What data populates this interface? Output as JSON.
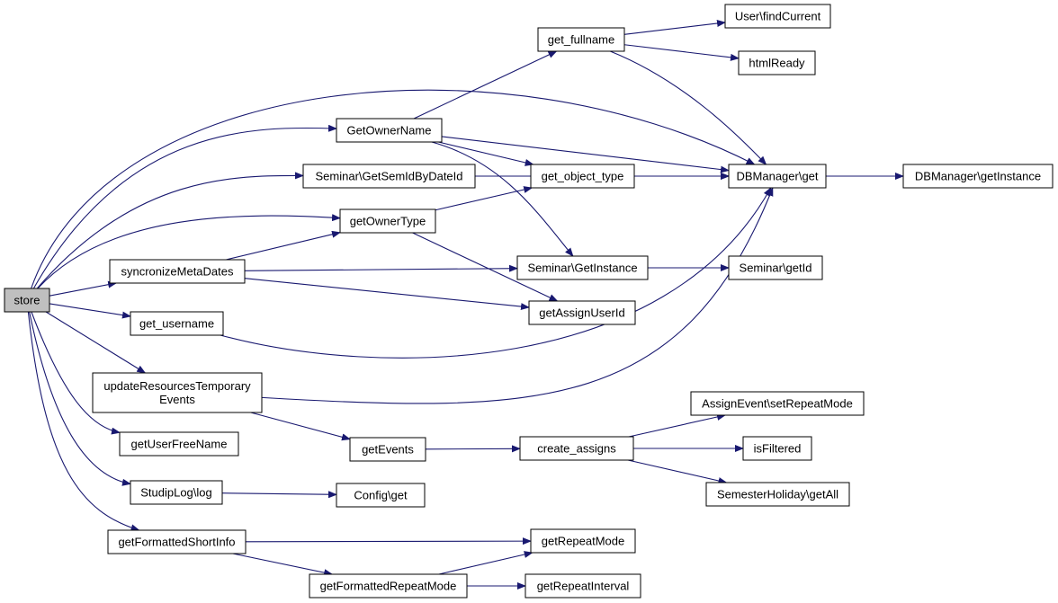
{
  "colors": {
    "edge": "#191970",
    "node_border": "#000000",
    "node_fill": "#ffffff",
    "current_node_fill": "#bfbfbf"
  },
  "graph": {
    "nodes": [
      {
        "id": "store",
        "lines": [
          "store"
        ],
        "current": true
      },
      {
        "id": "GetOwnerName",
        "lines": [
          "GetOwnerName"
        ]
      },
      {
        "id": "SeminarGetSemIdByDateId",
        "lines": [
          "Seminar\\GetSemIdByDateId"
        ]
      },
      {
        "id": "getOwnerType",
        "lines": [
          "getOwnerType"
        ]
      },
      {
        "id": "syncronizeMetaDates",
        "lines": [
          "syncronizeMetaDates"
        ]
      },
      {
        "id": "get_username",
        "lines": [
          "get_username"
        ]
      },
      {
        "id": "updateResourcesTemporaryEvents",
        "lines": [
          "updateResourcesTemporary",
          "Events"
        ]
      },
      {
        "id": "getUserFreeName",
        "lines": [
          "getUserFreeName"
        ]
      },
      {
        "id": "StudipLogLog",
        "lines": [
          "StudipLog\\log"
        ]
      },
      {
        "id": "getFormattedShortInfo",
        "lines": [
          "getFormattedShortInfo"
        ]
      },
      {
        "id": "get_fullname",
        "lines": [
          "get_fullname"
        ]
      },
      {
        "id": "get_object_type",
        "lines": [
          "get_object_type"
        ]
      },
      {
        "id": "SeminarGetInstance",
        "lines": [
          "Seminar\\GetInstance"
        ]
      },
      {
        "id": "getAssignUserId",
        "lines": [
          "getAssignUserId"
        ]
      },
      {
        "id": "getEvents",
        "lines": [
          "getEvents"
        ]
      },
      {
        "id": "ConfigGet",
        "lines": [
          "Config\\get"
        ]
      },
      {
        "id": "getRepeatMode",
        "lines": [
          "getRepeatMode"
        ]
      },
      {
        "id": "getFormattedRepeatMode",
        "lines": [
          "getFormattedRepeatMode"
        ]
      },
      {
        "id": "getRepeatInterval",
        "lines": [
          "getRepeatInterval"
        ]
      },
      {
        "id": "UserFindCurrent",
        "lines": [
          "User\\findCurrent"
        ]
      },
      {
        "id": "htmlReady",
        "lines": [
          "htmlReady"
        ]
      },
      {
        "id": "DBManagerGet",
        "lines": [
          "DBManager\\get"
        ]
      },
      {
        "id": "DBManagerGetInstance",
        "lines": [
          "DBManager\\getInstance"
        ]
      },
      {
        "id": "SeminarGetId",
        "lines": [
          "Seminar\\getId"
        ]
      },
      {
        "id": "create_assigns",
        "lines": [
          "create_assigns"
        ]
      },
      {
        "id": "AssignEventSetRepeatMode",
        "lines": [
          "AssignEvent\\setRepeatMode"
        ]
      },
      {
        "id": "isFiltered",
        "lines": [
          "isFiltered"
        ]
      },
      {
        "id": "SemesterHolidayGetAll",
        "lines": [
          "SemesterHoliday\\getAll"
        ]
      }
    ],
    "edges": [
      [
        "store",
        "GetOwnerName"
      ],
      [
        "store",
        "SeminarGetSemIdByDateId"
      ],
      [
        "store",
        "getOwnerType"
      ],
      [
        "store",
        "syncronizeMetaDates"
      ],
      [
        "store",
        "get_username"
      ],
      [
        "store",
        "updateResourcesTemporaryEvents"
      ],
      [
        "store",
        "getUserFreeName"
      ],
      [
        "store",
        "StudipLogLog"
      ],
      [
        "store",
        "getFormattedShortInfo"
      ],
      [
        "store",
        "DBManagerGet"
      ],
      [
        "GetOwnerName",
        "get_fullname"
      ],
      [
        "GetOwnerName",
        "get_object_type"
      ],
      [
        "GetOwnerName",
        "SeminarGetInstance"
      ],
      [
        "GetOwnerName",
        "DBManagerGet"
      ],
      [
        "SeminarGetSemIdByDateId",
        "DBManagerGet"
      ],
      [
        "getOwnerType",
        "get_object_type"
      ],
      [
        "getOwnerType",
        "getAssignUserId"
      ],
      [
        "syncronizeMetaDates",
        "getOwnerType"
      ],
      [
        "syncronizeMetaDates",
        "SeminarGetInstance"
      ],
      [
        "syncronizeMetaDates",
        "getAssignUserId"
      ],
      [
        "get_username",
        "DBManagerGet"
      ],
      [
        "updateResourcesTemporaryEvents",
        "getEvents"
      ],
      [
        "updateResourcesTemporaryEvents",
        "DBManagerGet"
      ],
      [
        "StudipLogLog",
        "ConfigGet"
      ],
      [
        "getFormattedShortInfo",
        "getRepeatMode"
      ],
      [
        "getFormattedShortInfo",
        "getFormattedRepeatMode"
      ],
      [
        "getFormattedRepeatMode",
        "getRepeatMode"
      ],
      [
        "getFormattedRepeatMode",
        "getRepeatInterval"
      ],
      [
        "get_fullname",
        "UserFindCurrent"
      ],
      [
        "get_fullname",
        "htmlReady"
      ],
      [
        "get_fullname",
        "DBManagerGet"
      ],
      [
        "get_object_type",
        "DBManagerGet"
      ],
      [
        "DBManagerGet",
        "DBManagerGetInstance"
      ],
      [
        "SeminarGetInstance",
        "SeminarGetId"
      ],
      [
        "getEvents",
        "create_assigns"
      ],
      [
        "create_assigns",
        "AssignEventSetRepeatMode"
      ],
      [
        "create_assigns",
        "isFiltered"
      ],
      [
        "create_assigns",
        "SemesterHolidayGetAll"
      ]
    ]
  }
}
